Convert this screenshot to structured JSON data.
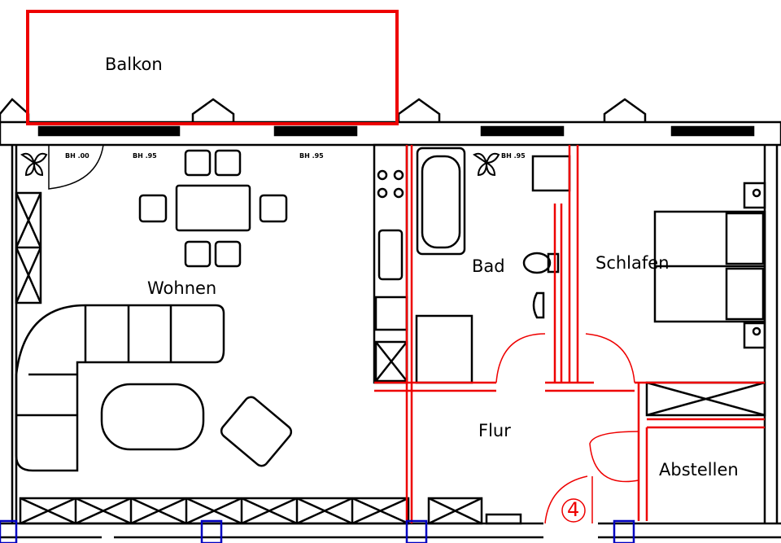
{
  "rooms": {
    "balkon": "Balkon",
    "wohnen": "Wohnen",
    "bad": "Bad",
    "schlafen": "Schlafen",
    "flur": "Flur",
    "abstellen": "Abstellen"
  },
  "window_labels": [
    "BH .00",
    "BH .95",
    "BH .95",
    "BH .95"
  ],
  "door_number": "4",
  "colors": {
    "wall": "#000000",
    "new_wall": "#e00000",
    "column": "#0000c0"
  }
}
